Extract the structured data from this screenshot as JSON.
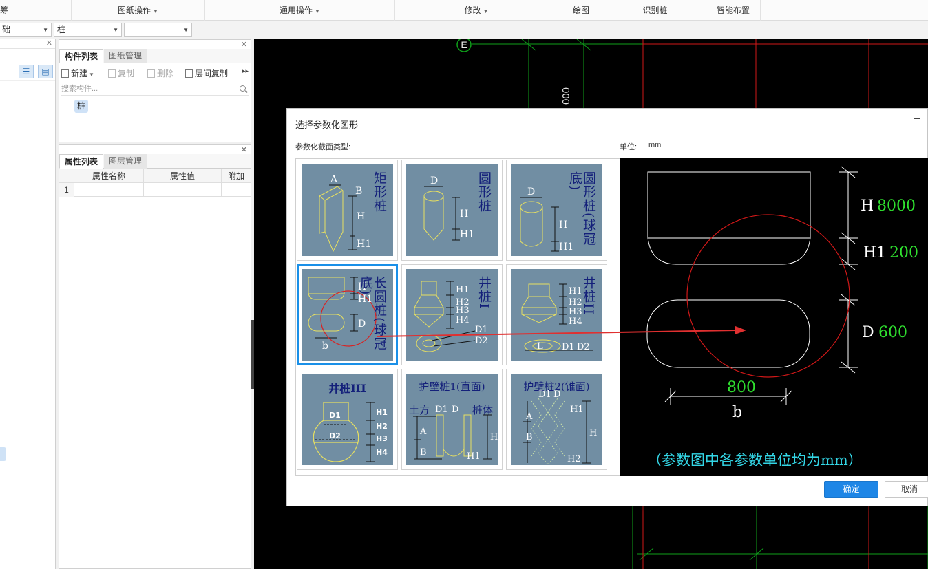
{
  "ribbon": {
    "cut_left": "筹",
    "groups": [
      "图纸操作",
      "通用操作",
      "修改",
      "绘图",
      "识别桩",
      "智能布置"
    ]
  },
  "toolbar2": {
    "combo1": "础",
    "combo2": "桩",
    "combo3": ""
  },
  "component_panel": {
    "tabs": [
      "构件列表",
      "图纸管理"
    ],
    "actions": {
      "new": "新建",
      "copy": "复制",
      "delete": "删除",
      "floor_copy": "层间复制"
    },
    "search_placeholder": "搜索构件...",
    "items": [
      "桩"
    ]
  },
  "property_panel": {
    "tabs": [
      "属性列表",
      "图层管理"
    ],
    "columns": [
      "属性名称",
      "属性值",
      "附加"
    ],
    "rows": [
      {
        "index": "1",
        "name": "",
        "value": "",
        "extra": ""
      }
    ]
  },
  "canvas": {
    "axis_label": "E",
    "dimension_text": "000"
  },
  "dialog": {
    "title": "选择参数化图形",
    "type_label": "参数化截面类型:",
    "unit_label": "单位:",
    "unit_value": "mm",
    "shapes": [
      {
        "name": "矩形桩",
        "selected": false
      },
      {
        "name": "圆形桩",
        "selected": false
      },
      {
        "name": "圆形桩(球冠底)",
        "selected": false
      },
      {
        "name": "长圆桩(球冠底)",
        "selected": true
      },
      {
        "name": "井桩I",
        "selected": false
      },
      {
        "name": "井桩II",
        "selected": false
      },
      {
        "name": "井桩III",
        "selected": false
      },
      {
        "name": "护壁桩1(直面)",
        "selected": false
      },
      {
        "name": "护壁桩2(锥面)",
        "selected": false
      }
    ],
    "preview": {
      "params": [
        {
          "label": "H",
          "value": "8000"
        },
        {
          "label": "H1",
          "value": "200"
        },
        {
          "label": "D",
          "value": "600"
        },
        {
          "label": "b",
          "value": "800"
        }
      ],
      "note": "（参数图中各参数单位均为mm）"
    },
    "ok_label": "确定",
    "cancel_label": "取消"
  },
  "colors": {
    "accent": "#1e86e6",
    "thumb_bg": "#718ea3",
    "param_green": "#2fe02f",
    "note_cyan": "#33d6e6",
    "grid_green": "#0fa01a",
    "grid_red": "#d01818"
  }
}
